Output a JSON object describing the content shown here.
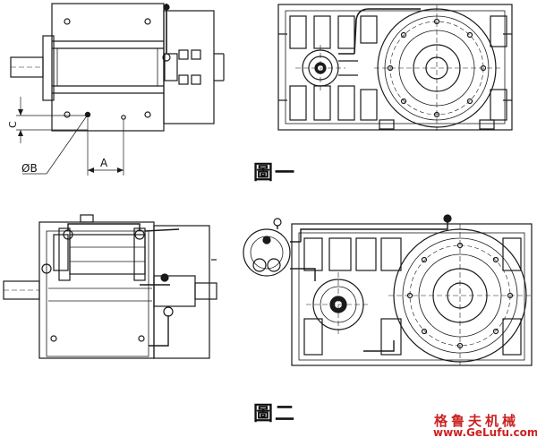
{
  "figure1": {
    "caption": "圖一",
    "dimensions": {
      "a": "A",
      "b": "ØB",
      "c": "C"
    }
  },
  "figure2": {
    "caption": "圖二"
  },
  "watermark": {
    "name": "格鲁夫机械",
    "url": "www.GeLufu.com",
    "color": "#cc2222"
  },
  "line_color": "#1a1a1a"
}
